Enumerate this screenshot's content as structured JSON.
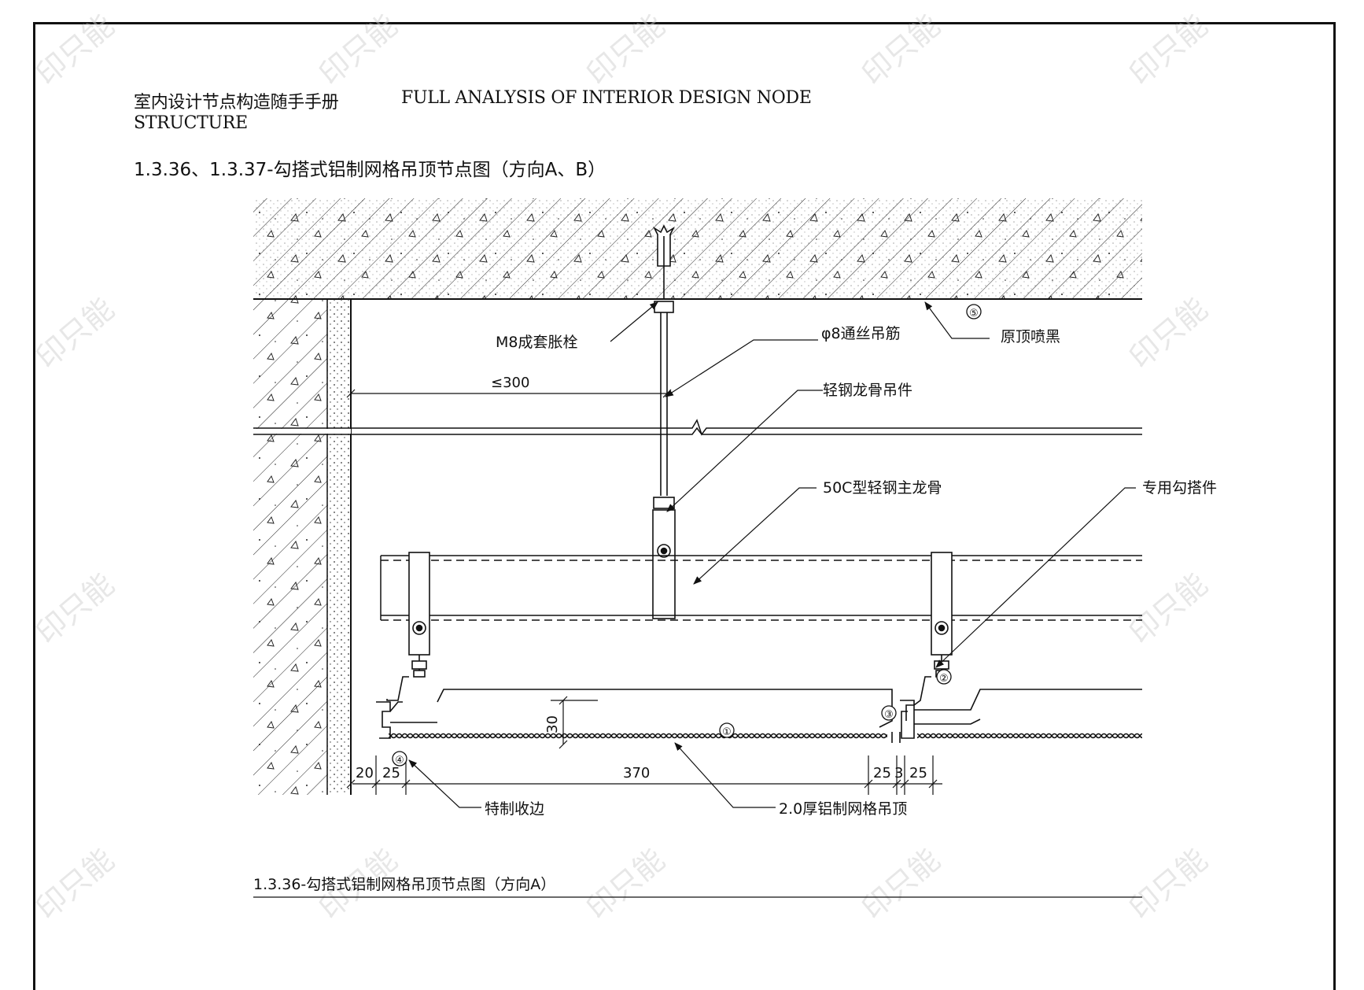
{
  "header": {
    "title_cn": "室内设计节点构造随手手册",
    "title_en_line1": "FULL ANALYSIS OF INTERIOR DESIGN NODE",
    "title_en_line2": "STRUCTURE"
  },
  "sheet_title": "1.3.36、1.3.37-勾搭式铝制网格吊顶节点图（方向A、B）",
  "drawing_caption": "1.3.36-勾搭式铝制网格吊顶节点图（方向A）",
  "labels": {
    "anchor_bolt": "M8成套胀栓",
    "hanger_rod": "φ8通丝吊筋",
    "original_ceiling": "原顶喷黑",
    "hanger_clip": "轻钢龙骨吊件",
    "main_keel": "50C型轻钢主龙骨",
    "hook_piece": "专用勾搭件",
    "edge_trim": "特制收边",
    "aluminum_grid": "2.0厚铝制网格吊顶"
  },
  "callouts": [
    "①",
    "②",
    "③",
    "④",
    "⑤"
  ],
  "dimensions": {
    "wall_offset": "≤300",
    "height_30": "30",
    "d20": "20",
    "d25a": "25",
    "d370": "370",
    "d25b": "25",
    "d3": "3",
    "d25c": "25"
  },
  "watermark": "印只能"
}
